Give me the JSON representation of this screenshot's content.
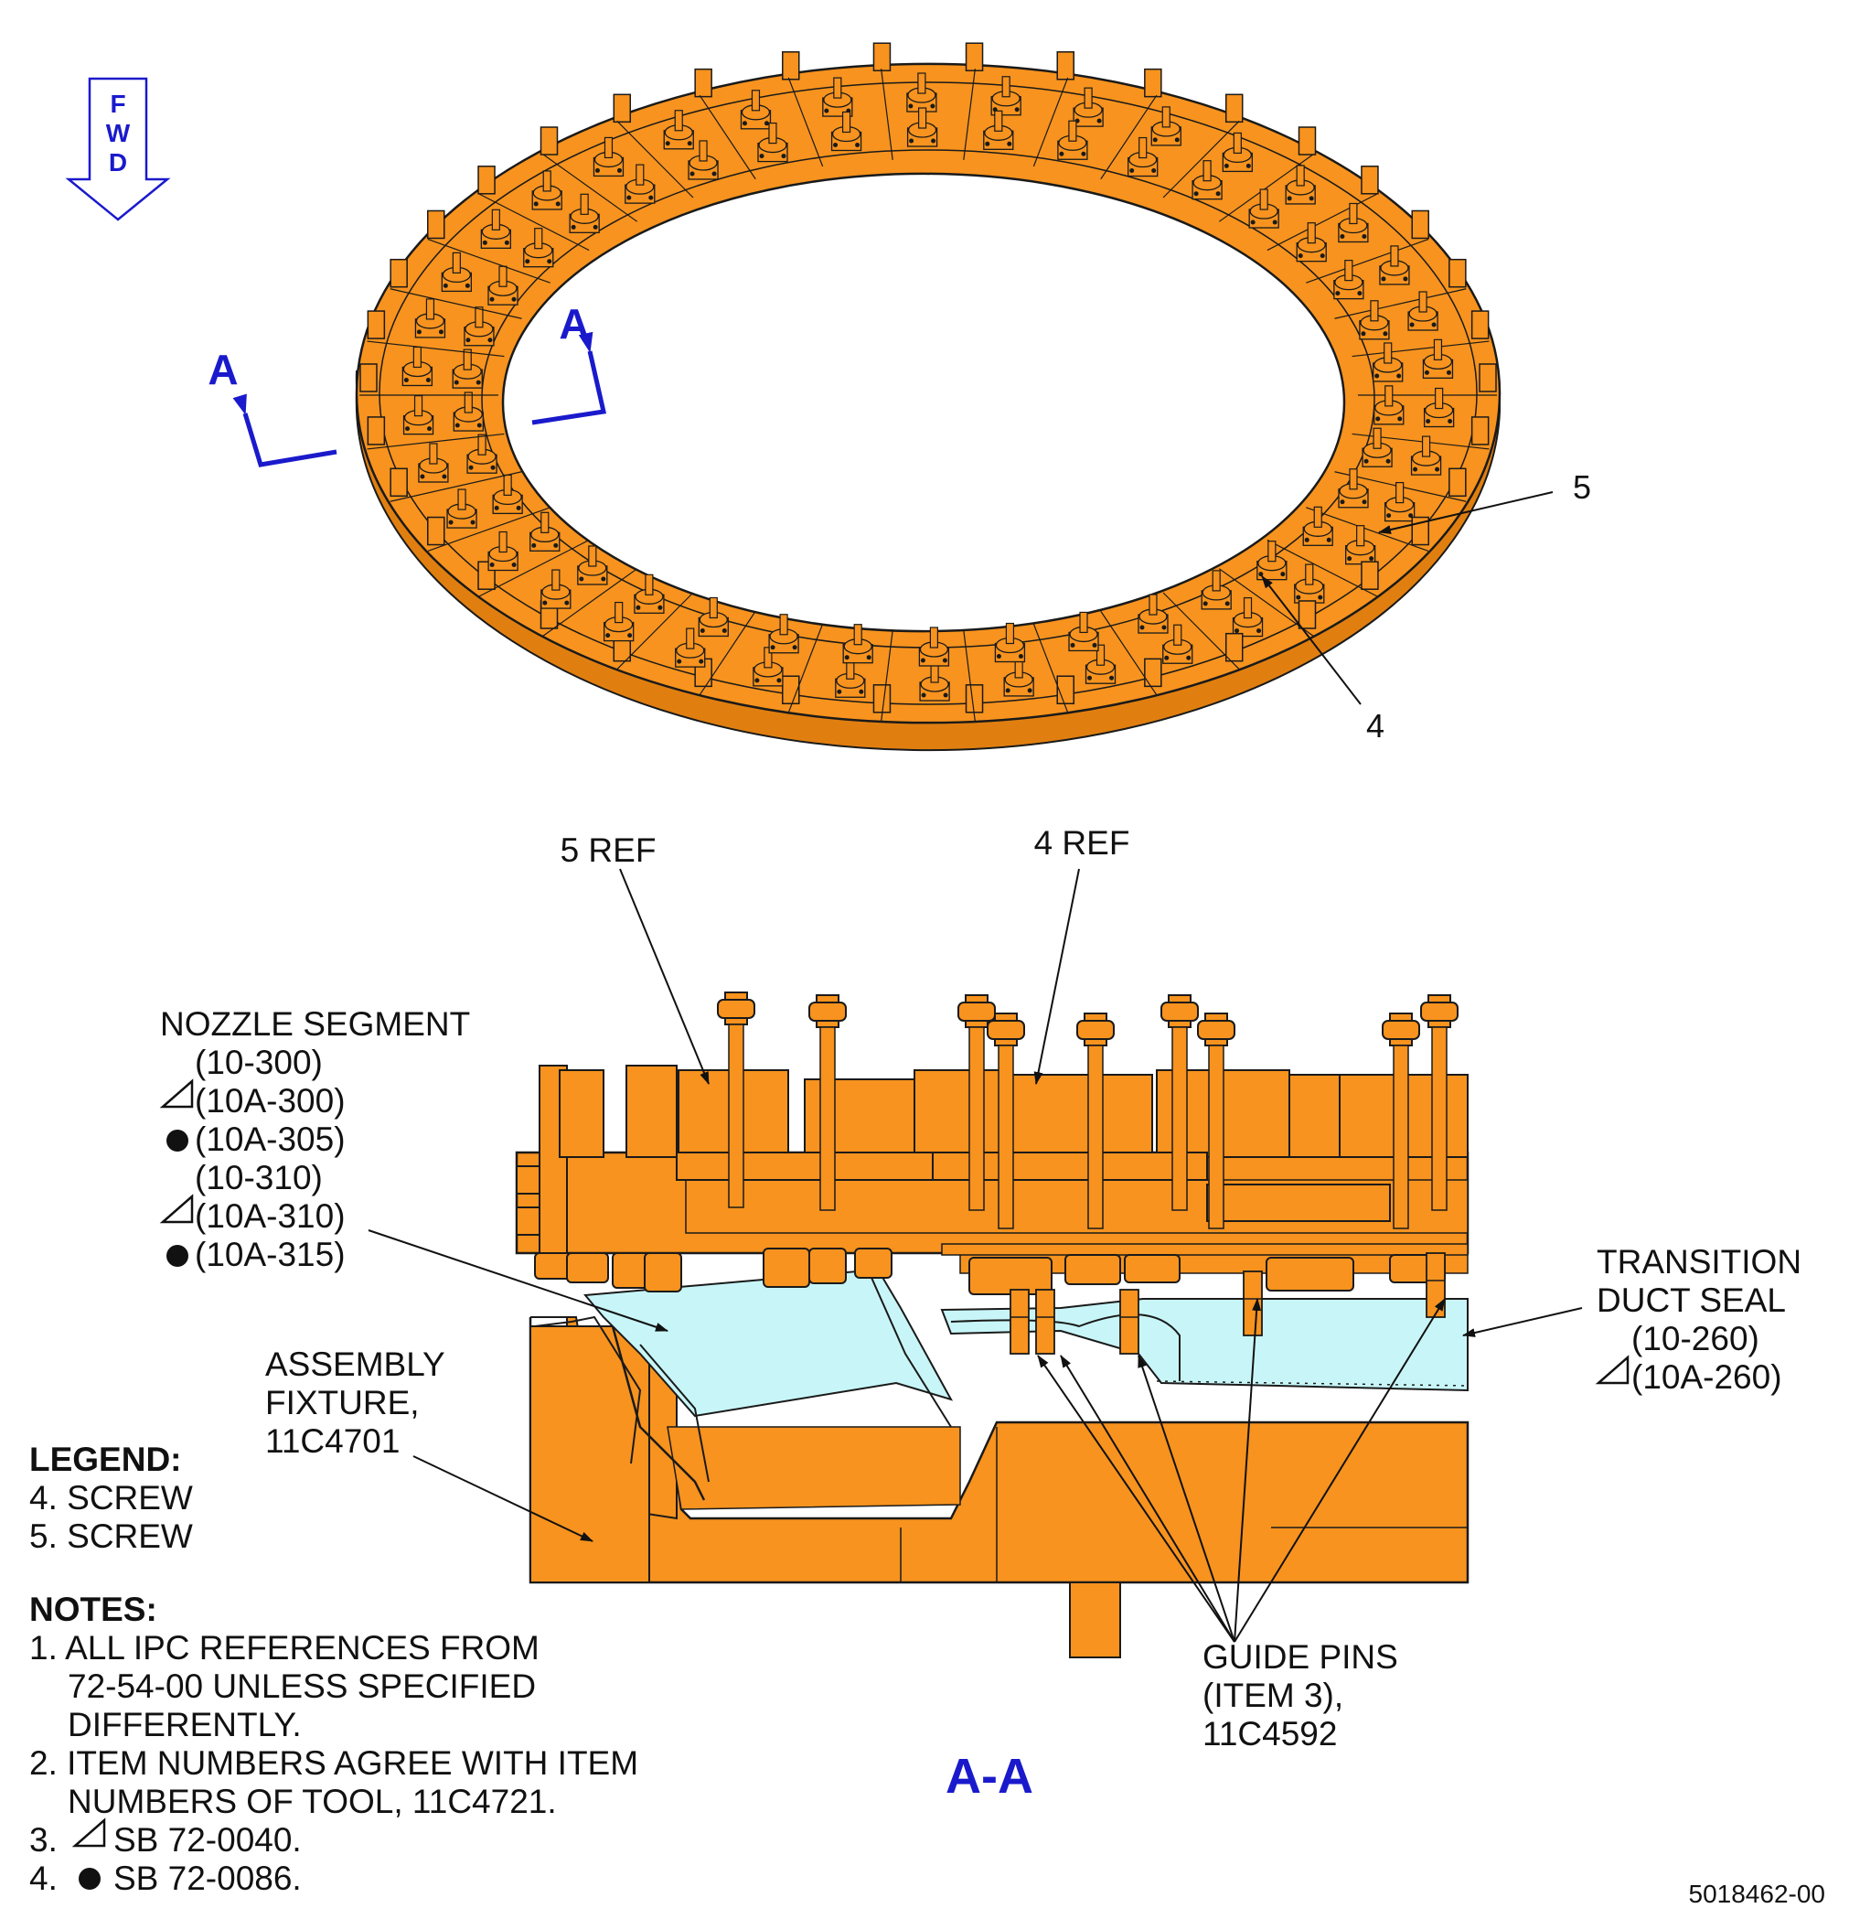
{
  "fwd_label": {
    "l1": "F",
    "l2": "W",
    "l3": "D"
  },
  "section_marker_left": "A",
  "section_marker_right": "A",
  "callout_5": "5",
  "callout_4": "4",
  "ref5": "5 REF",
  "ref4": "4 REF",
  "nozzle_segment": {
    "title": "NOZZLE SEGMENT",
    "lines": [
      "(10-300)",
      "(10A-300)",
      "(10A-305)",
      "(10-310)",
      "(10A-310)",
      "(10A-315)"
    ]
  },
  "transition_duct_seal": {
    "title1": "TRANSITION",
    "title2": "DUCT SEAL",
    "lines": [
      "(10-260)",
      "(10A-260)"
    ]
  },
  "assembly_fixture": {
    "l1": "ASSEMBLY",
    "l2": "FIXTURE,",
    "l3": "11C4701"
  },
  "guide_pins": {
    "l1": "GUIDE PINS",
    "l2": "(ITEM 3),",
    "l3": "11C4592"
  },
  "legend": {
    "title": "LEGEND:",
    "items": [
      "4. SCREW",
      "5. SCREW"
    ]
  },
  "notes": {
    "title": "NOTES:",
    "n1a": "1. ALL IPC REFERENCES FROM",
    "n1b": "72-54-00 UNLESS SPECIFIED",
    "n1c": "DIFFERENTLY.",
    "n2a": "2. ITEM NUMBERS AGREE WITH ITEM",
    "n2b": "NUMBERS OF TOOL, 11C4721.",
    "n3": "SB 72-0040.",
    "n3num": "3.",
    "n4": "SB 72-0086.",
    "n4num": "4."
  },
  "section_title": "A-A",
  "figure_id": "5018462-00",
  "colors": {
    "fixture": "#f7931e",
    "seal": "#c8f6f8",
    "outline": "#1a1a1a",
    "marker": "#1a1acc"
  }
}
